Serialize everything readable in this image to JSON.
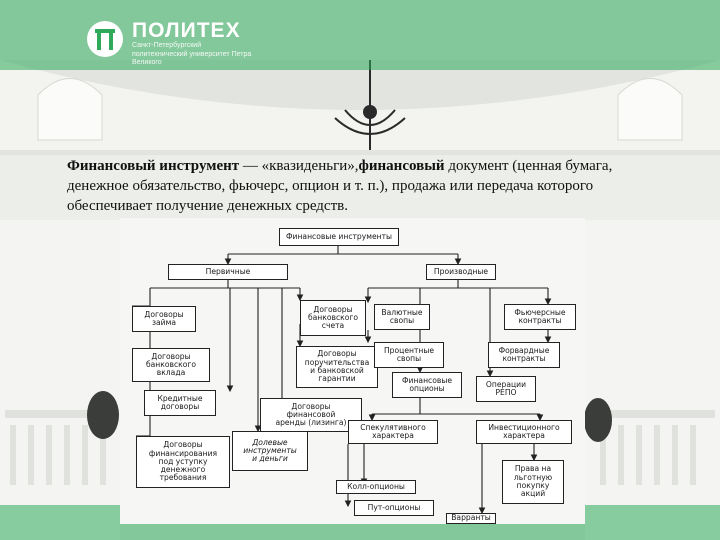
{
  "brand": {
    "name": "ПОЛИТЕХ",
    "subtitle": "Санкт-Петербургский политехнический университет Петра Великого",
    "color": "#2eaa5a"
  },
  "definition": {
    "term": "Финансовый инструмент",
    "part1": " — «квазиденьги»,",
    "emph": "финансовый",
    "part2": " документ (ценная бумага, денежное обязательство, фьючерс, опцион и т. п.), продажа или передача которого обеспечивает получение денежных средств."
  },
  "scheme": {
    "root": "Финансовые инструменты",
    "primary": "Первичные",
    "derivative": "Производные",
    "primary_items": {
      "loan": "Договоры\nзайма",
      "bank_deposit": "Договоры\nбанковского\nвклада",
      "credit": "Кредитные\nдоговоры",
      "factoring": "Договоры\nфинансирования\nпод уступку\nденежного\nтребования",
      "bank_account": "Договоры\nбанковского\nсчета",
      "guarantee": "Договоры\nпоручительства\nи банковской\nгарантии",
      "leasing": "Договоры\nфинансовой\nаренды (лизинга)",
      "equity": "Долевые\nинструменты\nи деньги"
    },
    "derivative_items": {
      "fx_swaps": "Валютные\nсвопы",
      "interest_swaps": "Процентные\nсвопы",
      "options": "Финансовые\nопционы",
      "futures": "Фьючерсные\nконтракты",
      "forwards": "Форвардные\nконтракты",
      "repo": "Операции\nРЕПО",
      "speculative": "Спекулятивного\nхарактера",
      "investment": "Инвестиционного\nхарактера",
      "calls": "Колл-опционы",
      "puts": "Пут-опционы",
      "rights": "Права на\nльготную\nпокупку\nакций",
      "warrants": "Варранты"
    }
  }
}
